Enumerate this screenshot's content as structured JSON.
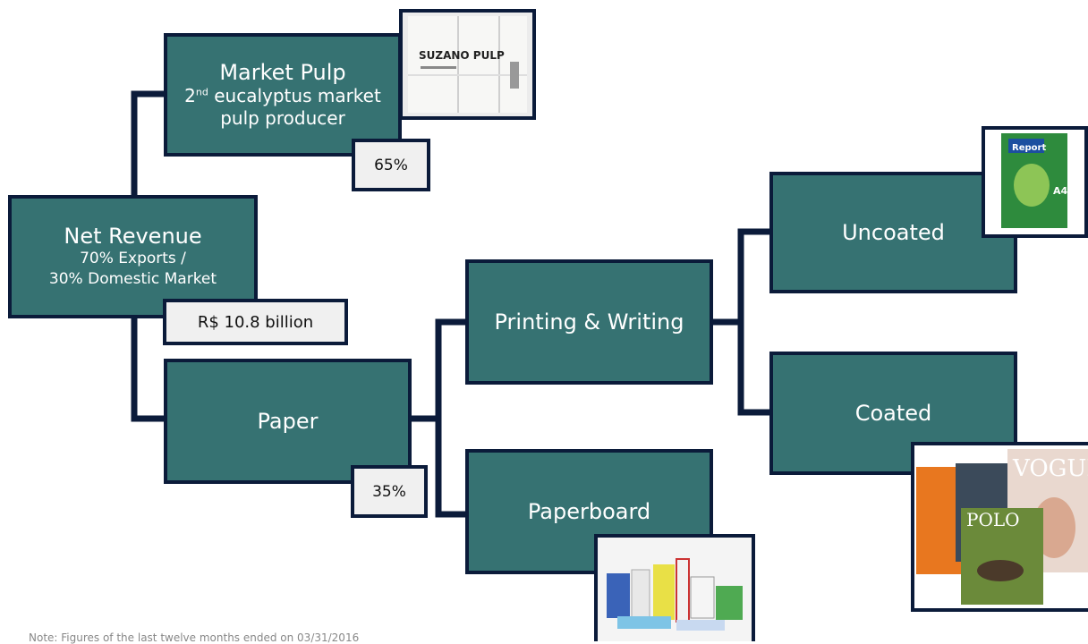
{
  "net_revenue": {
    "title": "Net Revenue",
    "line1": "70% Exports /",
    "line2": "30% Domestic Market",
    "value": "R$ 10.8 billion"
  },
  "market_pulp": {
    "title": "Market Pulp",
    "ordinal_num": "2",
    "ordinal_sup": "nd",
    "line1_rest": " eucalyptus market",
    "line2": "pulp producer",
    "share": "65%",
    "photo_label": "SUZANO PULP"
  },
  "paper": {
    "title": "Paper",
    "share": "35%"
  },
  "printing_writing": {
    "title": "Printing & Writing"
  },
  "paperboard": {
    "title": "Paperboard"
  },
  "uncoated": {
    "title": "Uncoated",
    "photo_label": "Report",
    "photo_label2": "A4"
  },
  "coated": {
    "title": "Coated",
    "photo_label": "VOGUE",
    "photo_label2": "POLO"
  },
  "note": "Note: Figures of the last twelve months ended on 03/31/2016",
  "colors": {
    "box_fill": "#367272",
    "border": "#0b1b3a",
    "connector": "#0b1b3a"
  }
}
